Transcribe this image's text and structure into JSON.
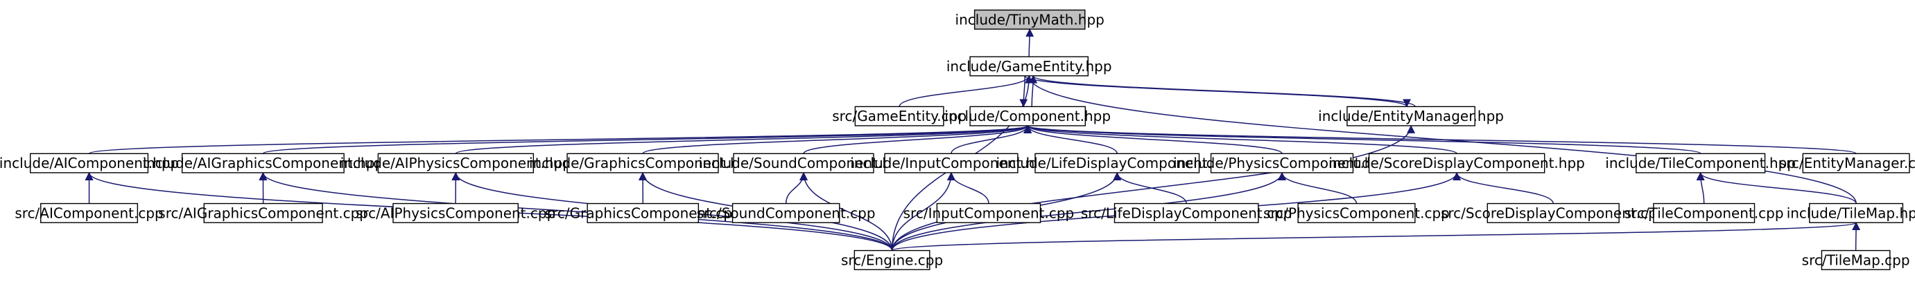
{
  "graph": {
    "title": "",
    "colors": {
      "edge": "#191970",
      "root_fill": "#bfbfbf",
      "node_fill": "#ffffff",
      "node_stroke": "#000000"
    },
    "nodes": [
      {
        "id": "tinymath",
        "label": "include/TinyMath.hpp",
        "root": true
      },
      {
        "id": "gameentity_h",
        "label": "include/GameEntity.hpp"
      },
      {
        "id": "gameentity_cpp",
        "label": "src/GameEntity.cpp"
      },
      {
        "id": "component_h",
        "label": "include/Component.hpp"
      },
      {
        "id": "entitymanager_h",
        "label": "include/EntityManager.hpp"
      },
      {
        "id": "aicomponent_h",
        "label": "include/AIComponent.hpp"
      },
      {
        "id": "aigraphics_h",
        "label": "include/AIGraphicsComponent.hpp"
      },
      {
        "id": "aiphysics_h",
        "label": "include/AIPhysicsComponent.hpp"
      },
      {
        "id": "graphics_h",
        "label": "include/GraphicsComponent.hpp"
      },
      {
        "id": "sound_h",
        "label": "include/SoundComponent.hpp"
      },
      {
        "id": "input_h",
        "label": "include/InputComponent.hpp"
      },
      {
        "id": "lifedisplay_h",
        "label": "include/LifeDisplayComponent.hpp"
      },
      {
        "id": "physics_h",
        "label": "include/PhysicsComponent.hpp"
      },
      {
        "id": "scoredisplay_h",
        "label": "include/ScoreDisplayComponent.hpp"
      },
      {
        "id": "tile_h",
        "label": "include/TileComponent.hpp"
      },
      {
        "id": "entitymanager_cpp",
        "label": "src/EntityManager.cpp"
      },
      {
        "id": "aicomponent_cpp",
        "label": "src/AIComponent.cpp"
      },
      {
        "id": "aigraphics_cpp",
        "label": "src/AIGraphicsComponent.cpp"
      },
      {
        "id": "aiphysics_cpp",
        "label": "src/AIPhysicsComponent.cpp"
      },
      {
        "id": "graphics_cpp",
        "label": "src/GraphicsComponent.cpp"
      },
      {
        "id": "sound_cpp",
        "label": "src/SoundComponent.cpp"
      },
      {
        "id": "input_cpp",
        "label": "src/InputComponent.cpp"
      },
      {
        "id": "lifedisplay_cpp",
        "label": "src/LifeDisplayComponent.cpp"
      },
      {
        "id": "physics_cpp",
        "label": "src/PhysicsComponent.cpp"
      },
      {
        "id": "scoredisplay_cpp",
        "label": "src/ScoreDisplayComponent.cpp"
      },
      {
        "id": "tile_cpp",
        "label": "src/TileComponent.cpp"
      },
      {
        "id": "tilemap_h",
        "label": "include/TileMap.hpp"
      },
      {
        "id": "engine_cpp",
        "label": "src/Engine.cpp"
      },
      {
        "id": "tilemap_cpp",
        "label": "src/TileMap.cpp"
      }
    ],
    "edges": [
      {
        "from": "gameentity_h",
        "to": "tinymath"
      },
      {
        "from": "gameentity_cpp",
        "to": "gameentity_h"
      },
      {
        "from": "component_h",
        "to": "gameentity_h"
      },
      {
        "from": "gameentity_h",
        "to": "component_h"
      },
      {
        "from": "entitymanager_h",
        "to": "gameentity_h"
      },
      {
        "from": "gameentity_h",
        "to": "entitymanager_h"
      },
      {
        "from": "engine_cpp",
        "to": "gameentity_h"
      },
      {
        "from": "tilemap_h",
        "to": "gameentity_h"
      },
      {
        "from": "aicomponent_h",
        "to": "component_h"
      },
      {
        "from": "aigraphics_h",
        "to": "component_h"
      },
      {
        "from": "aiphysics_h",
        "to": "component_h"
      },
      {
        "from": "graphics_h",
        "to": "component_h"
      },
      {
        "from": "sound_h",
        "to": "component_h"
      },
      {
        "from": "input_h",
        "to": "component_h"
      },
      {
        "from": "lifedisplay_h",
        "to": "component_h"
      },
      {
        "from": "physics_h",
        "to": "component_h"
      },
      {
        "from": "scoredisplay_h",
        "to": "component_h"
      },
      {
        "from": "tile_h",
        "to": "component_h"
      },
      {
        "from": "entitymanager_cpp",
        "to": "component_h"
      },
      {
        "from": "engine_cpp",
        "to": "entitymanager_h"
      },
      {
        "from": "aicomponent_cpp",
        "to": "aicomponent_h"
      },
      {
        "from": "engine_cpp",
        "to": "aicomponent_h"
      },
      {
        "from": "aigraphics_cpp",
        "to": "aigraphics_h"
      },
      {
        "from": "engine_cpp",
        "to": "aigraphics_h"
      },
      {
        "from": "aiphysics_cpp",
        "to": "aiphysics_h"
      },
      {
        "from": "engine_cpp",
        "to": "aiphysics_h"
      },
      {
        "from": "graphics_cpp",
        "to": "graphics_h"
      },
      {
        "from": "engine_cpp",
        "to": "graphics_h"
      },
      {
        "from": "sound_cpp",
        "to": "sound_h"
      },
      {
        "from": "engine_cpp",
        "to": "sound_h"
      },
      {
        "from": "input_cpp",
        "to": "input_h"
      },
      {
        "from": "engine_cpp",
        "to": "input_h"
      },
      {
        "from": "lifedisplay_cpp",
        "to": "lifedisplay_h"
      },
      {
        "from": "engine_cpp",
        "to": "lifedisplay_h"
      },
      {
        "from": "physics_cpp",
        "to": "physics_h"
      },
      {
        "from": "engine_cpp",
        "to": "physics_h"
      },
      {
        "from": "scoredisplay_cpp",
        "to": "scoredisplay_h"
      },
      {
        "from": "engine_cpp",
        "to": "scoredisplay_h"
      },
      {
        "from": "tile_cpp",
        "to": "tile_h"
      },
      {
        "from": "tilemap_h",
        "to": "tile_h"
      },
      {
        "from": "engine_cpp",
        "to": "tilemap_h"
      },
      {
        "from": "tilemap_cpp",
        "to": "tilemap_h"
      }
    ]
  }
}
